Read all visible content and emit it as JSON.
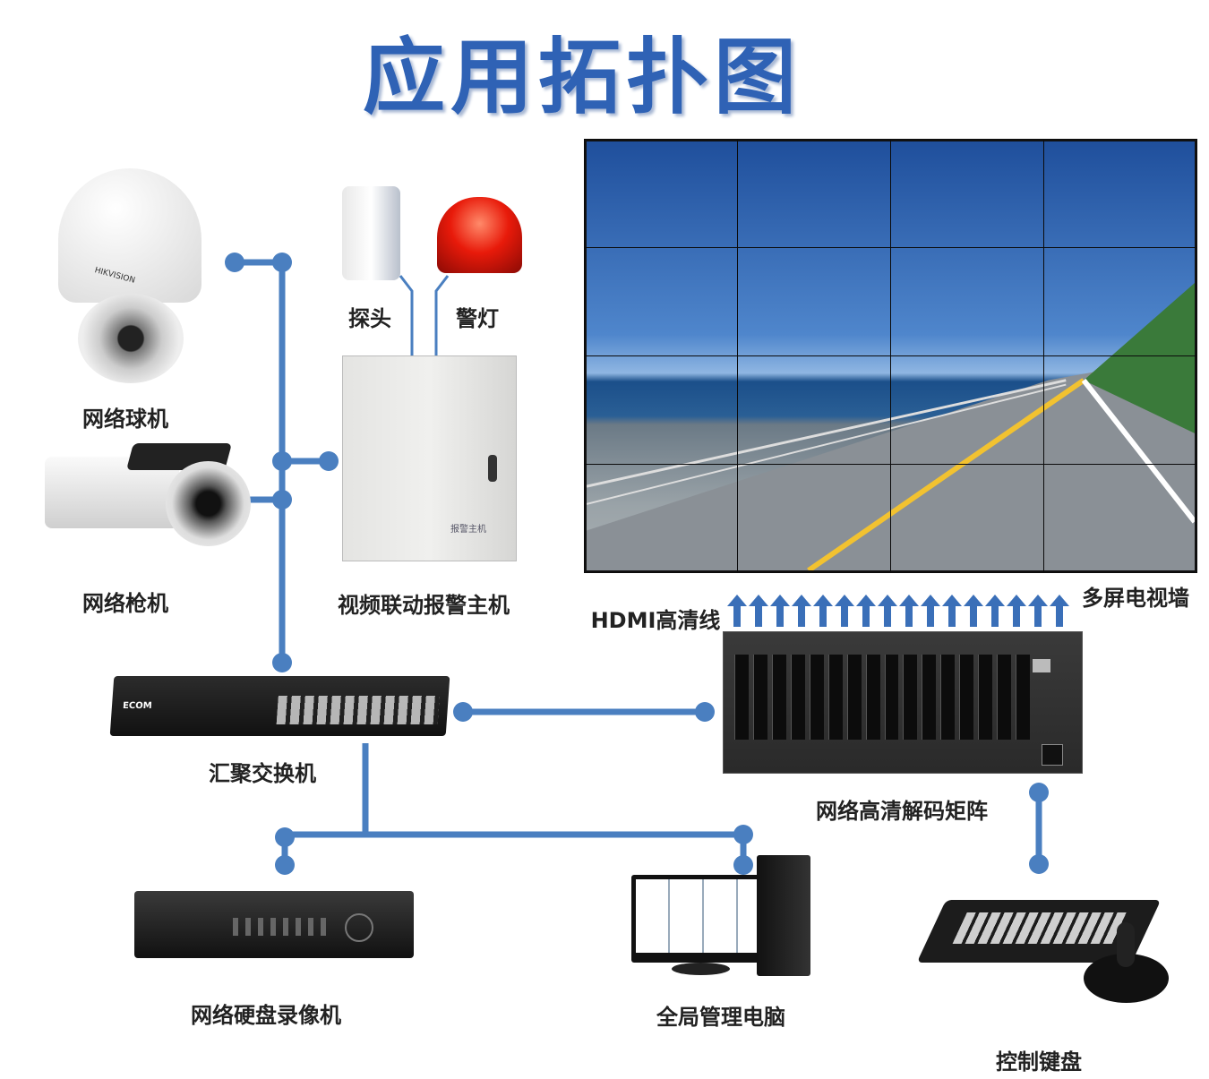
{
  "title": "应用拓扑图",
  "labels": {
    "dome_camera": "网络球机",
    "bullet_camera": "网络枪机",
    "detector": "探头",
    "warning_light": "警灯",
    "alarm_host": "视频联动报警主机",
    "hdmi": "HDMI高清线",
    "video_wall": "多屏电视墙",
    "switch": "汇聚交换机",
    "decoder_matrix": "网络高清解码矩阵",
    "nvr": "网络硬盘录像机",
    "pc": "全局管理电脑",
    "keyboard": "控制键盘"
  },
  "device_text": {
    "alarm_box": "报警主机",
    "switch_brand": "ECOM",
    "camera_brand": "HIKVISION"
  },
  "colors": {
    "line": "#4a7fc0",
    "title": "#2f62b5",
    "arrow": "#3a6fb8"
  },
  "hdmi_arrow_count": 16
}
